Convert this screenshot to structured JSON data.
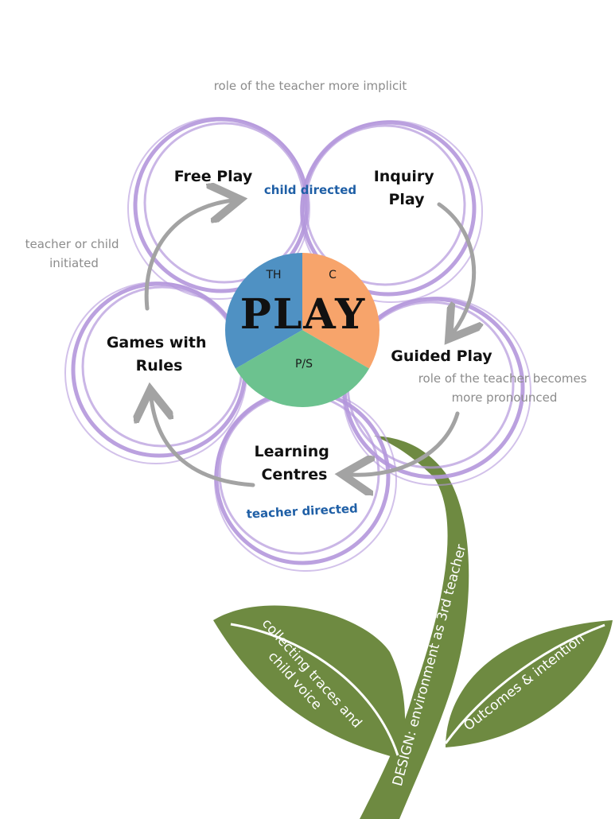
{
  "top_note": "role of the teacher more implicit",
  "side_note": [
    "teacher or child",
    "initiated"
  ],
  "right_note": [
    "role of the teacher becomes",
    "more pronounced"
  ],
  "petals": {
    "free_play": [
      "Free Play"
    ],
    "inquiry_play": [
      "Inquiry",
      "Play"
    ],
    "guided_play": [
      "Guided Play"
    ],
    "learning_centres": [
      "Learning",
      "Centres"
    ],
    "games_with_rules": [
      "Games with",
      "Rules"
    ]
  },
  "child_directed": "child directed",
  "teacher_directed": "teacher directed",
  "center": {
    "word": "PLAY",
    "wedges": [
      "TH",
      "C",
      "P/S"
    ]
  },
  "stem_text": "DESIGN: environment as 3rd teacher",
  "left_leaf": [
    "collecting traces and",
    "child voice"
  ],
  "right_leaf": "Outcomes & intention",
  "colors": {
    "petal": "#b497dc",
    "arrow": "#a3a3a3",
    "stem": "#6e8a41",
    "wedge_th": "#4f91c3",
    "wedge_c": "#f7a46b",
    "wedge_ps": "#6cc28f",
    "blue_text": "#1f5fa6",
    "grey_text": "#8c8c8c"
  }
}
